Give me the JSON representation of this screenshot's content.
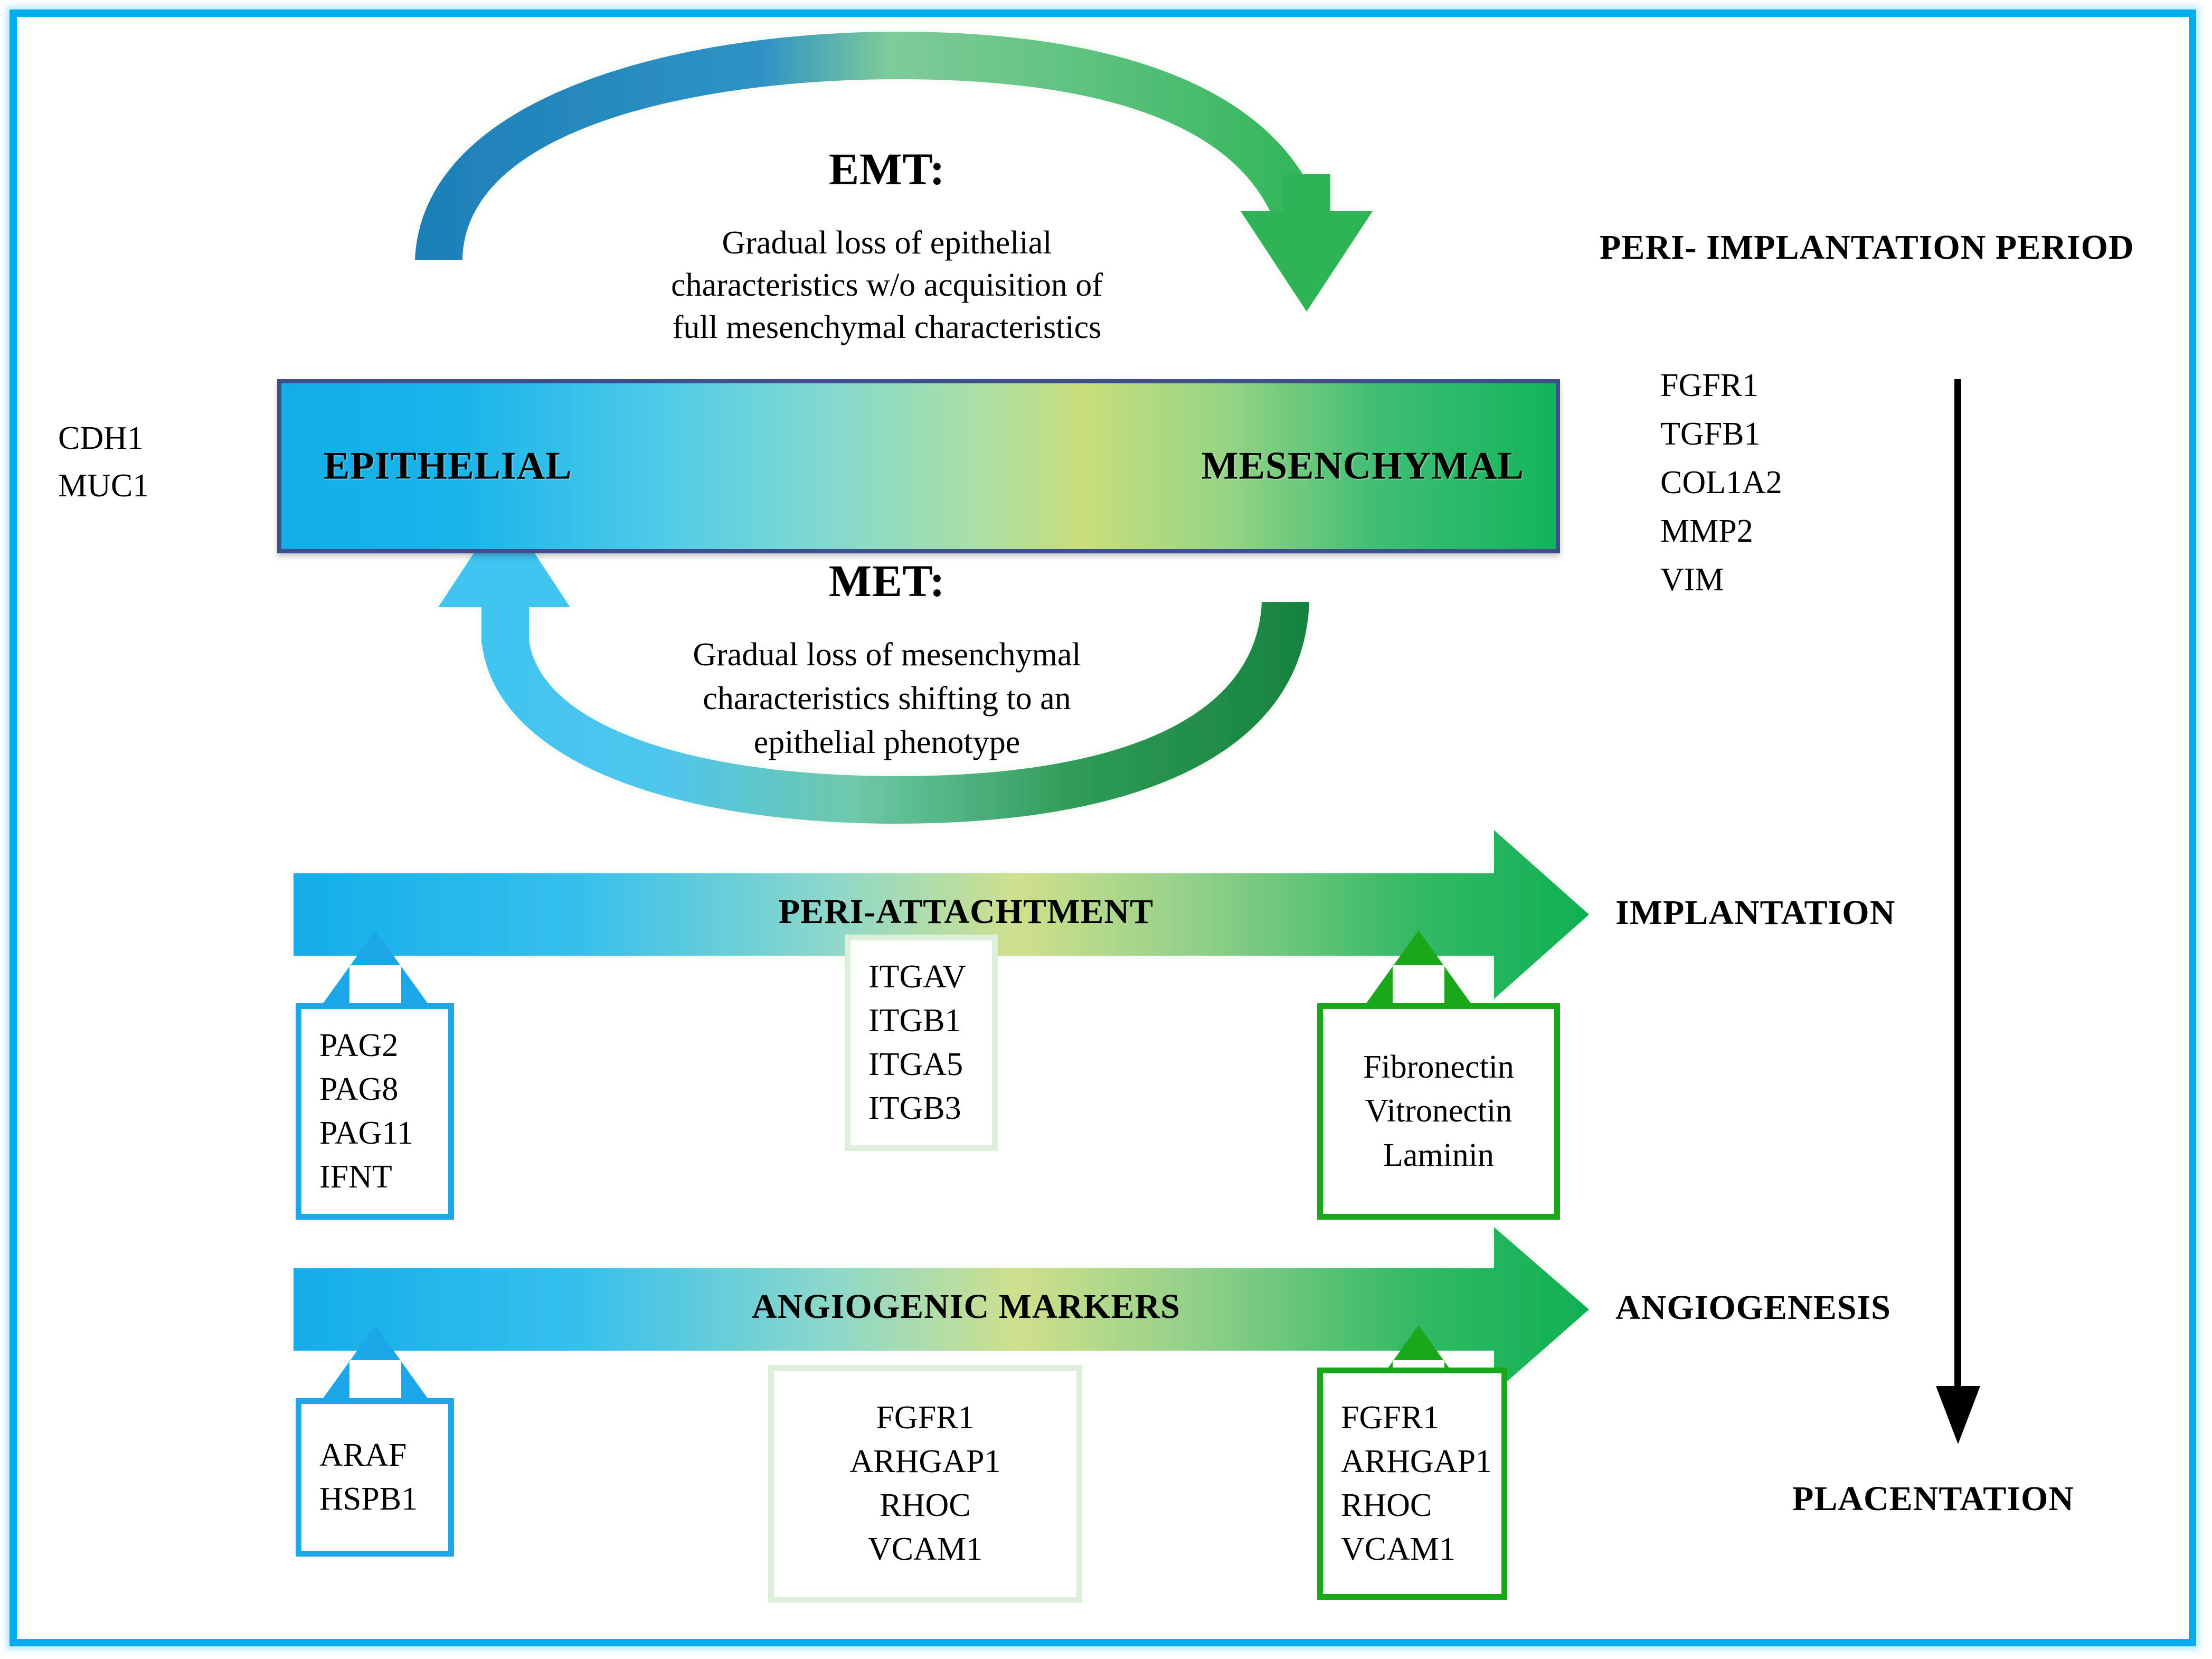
{
  "figure": {
    "title_hidden": "EMT-MET plasticity during peri-implantation and placentation",
    "border_color": "#00AEEF"
  },
  "cycle": {
    "emt": {
      "heading": "EMT:",
      "description": "Gradual loss of epithelial\ncharacteristics w/o acquisition of\nfull mesenchymal characteristics",
      "line1": "Gradual loss of epithelial",
      "line2": "characteristics w/o acquisition of",
      "line3": "full mesenchymal characteristics",
      "arrow_direction": "left-to-right-arc",
      "start_color": "#1D7FB8",
      "end_color": "#2DB457"
    },
    "met": {
      "heading": "MET:",
      "description": "Gradual loss of mesenchymal\ncharacteristics shifting to an\nepithelial phenotype",
      "line1": "Gradual loss of mesenchymal",
      "line2": "characteristics shifting to an",
      "line3": "epithelial phenotype",
      "arrow_direction": "right-to-left-arc",
      "start_color": "#17833F",
      "end_color": "#3FC4F0"
    }
  },
  "spectrum": {
    "left_label": "EPITHELIAL",
    "right_label": "MESENCHYMAL",
    "gradient_start": "#12AEE8",
    "gradient_mid": "#C9DE7C",
    "gradient_end": "#12B45C",
    "border_color": "#3F4E8C"
  },
  "epithelial_markers": {
    "genes": [
      "CDH1",
      "MUC1"
    ]
  },
  "mesenchymal_markers": {
    "genes": [
      "FGFR1",
      "TGFB1",
      "COL1A2",
      "MMP2",
      "VIM"
    ]
  },
  "timeline": {
    "top_label": "PERI- IMPLANTATION PERIOD",
    "bottom_label": "PLACENTATION",
    "arrow_color": "#000000"
  },
  "tracks": [
    {
      "id": "peri-attachment",
      "bar_label": "PERI-ATTACHTMENT",
      "end_label": "IMPLANTATION",
      "left_box": {
        "style": "blue",
        "genes": [
          "PAG2",
          "PAG8",
          "PAG11",
          "IFNT"
        ]
      },
      "center_box": {
        "style": "soft-green",
        "genes": [
          "ITGAV",
          "ITGB1",
          "ITGA5",
          "ITGB3"
        ]
      },
      "right_box": {
        "style": "green",
        "genes": [
          "Fibronectin",
          "Vitronectin",
          "Laminin"
        ]
      }
    },
    {
      "id": "angiogenic",
      "bar_label": "ANGIOGENIC MARKERS",
      "end_label": "ANGIOGENESIS",
      "left_box": {
        "style": "blue",
        "genes": [
          "ARAF",
          "HSPB1"
        ]
      },
      "center_box": {
        "style": "soft-green",
        "genes": [
          "FGFR1",
          "ARHGAP1",
          "RHOC",
          "VCAM1"
        ]
      },
      "right_box": {
        "style": "green",
        "genes": [
          "FGFR1",
          "ARHGAP1",
          "RHOC",
          "VCAM1"
        ]
      }
    }
  ],
  "colors": {
    "blue": "#1CA7E8",
    "green": "#18A819",
    "soft_green": "#DCEFD8",
    "navy": "#3F4E8C",
    "frame": "#00AEEF"
  }
}
